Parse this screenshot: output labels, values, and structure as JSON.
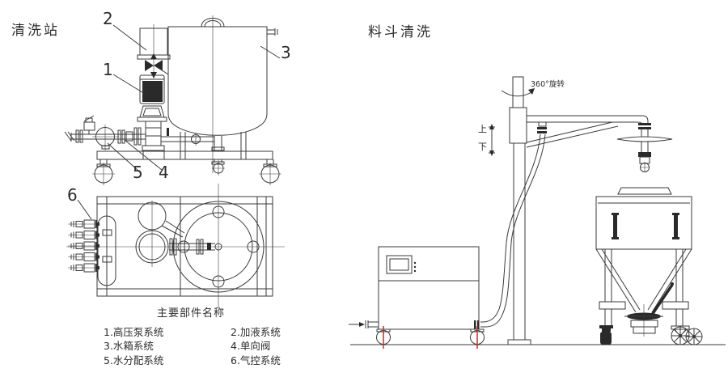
{
  "colors": {
    "background": "#ffffff",
    "line": "#3a3a3a",
    "dark": "#2a2a2a",
    "red": "#e02020"
  },
  "left_figure": {
    "title": "清洗站",
    "callouts": [
      "1",
      "2",
      "3",
      "4",
      "5",
      "6"
    ],
    "legend": {
      "title": "主要部件名称",
      "items": [
        "1.高压泵系统",
        "2.加液系统",
        "3.水箱系统",
        "4.单向阀",
        "5.水分配系统",
        "6.气控系统"
      ]
    }
  },
  "right_figure": {
    "title": "料斗清洗",
    "labels": {
      "rotation": "360°旋转",
      "up": "上",
      "down": "下"
    }
  }
}
